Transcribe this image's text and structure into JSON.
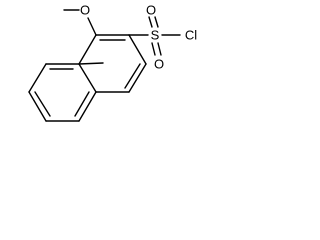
{
  "molecule": {
    "atoms": {
      "oxygen_methoxy": "O",
      "sulfur": "S",
      "chlorine": "Cl",
      "oxygen_sulfonyl_top": "O",
      "oxygen_sulfonyl_bottom": "O"
    },
    "colors": {
      "bond": "#000000",
      "background": "#ffffff"
    }
  }
}
